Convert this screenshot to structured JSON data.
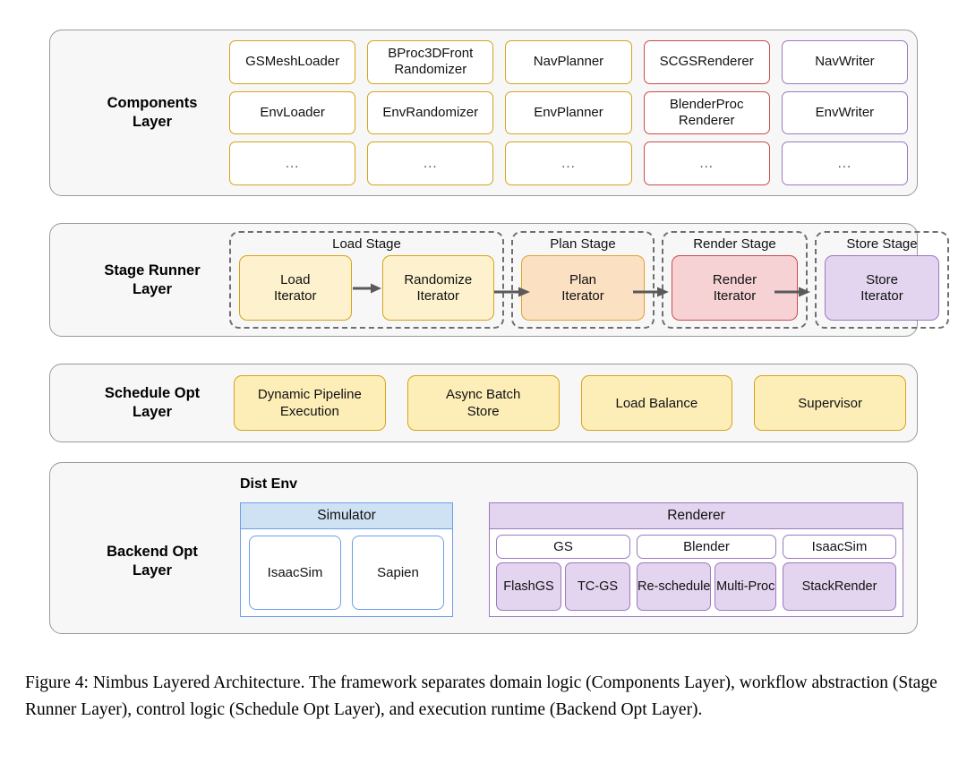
{
  "figure": {
    "caption": "Figure 4: Nimbus Layered Architecture. The framework separates domain logic (Components Layer), workflow abstraction (Stage Runner Layer), control logic (Schedule Opt Layer), and execution runtime (Backend Opt Layer)."
  },
  "colors": {
    "amber": "#d6a419",
    "red": "#cc4b4b",
    "purple": "#9c79c0",
    "blue": "#6d9eeb",
    "layer_bg": "#f7f7f7",
    "layer_border": "#9a9a9a",
    "load_fill": "#fdf2cd",
    "plan_fill": "#fce0c2",
    "render_fill": "#f6d2d4",
    "store_fill": "#e3d4ef",
    "schedule_fill": "#fdeeb8",
    "simulator_header_fill": "#cfe2f3",
    "renderer_header_fill": "#e3d4ef"
  },
  "components_layer": {
    "title": "Components\nLayer",
    "columns": [
      {
        "accent": "amber",
        "boxes": [
          "GSMeshLoader",
          "EnvLoader",
          "..."
        ]
      },
      {
        "accent": "amber",
        "boxes": [
          "BProc3DFront\nRandomizer",
          "EnvRandomizer",
          "..."
        ]
      },
      {
        "accent": "amber",
        "boxes": [
          "NavPlanner",
          "EnvPlanner",
          "..."
        ]
      },
      {
        "accent": "red",
        "boxes": [
          "SCGSRenderer",
          "BlenderProc\nRenderer",
          "..."
        ]
      },
      {
        "accent": "purple",
        "boxes": [
          "NavWriter",
          "EnvWriter",
          "..."
        ]
      }
    ]
  },
  "stage_runner_layer": {
    "title": "Stage Runner\nLayer",
    "stages": [
      {
        "label": "Load Stage",
        "iterators": [
          "Load\nIterator",
          "Randomize\nIterator"
        ]
      },
      {
        "label": "Plan Stage",
        "iterators": [
          "Plan\nIterator"
        ]
      },
      {
        "label": "Render Stage",
        "iterators": [
          "Render\nIterator"
        ]
      },
      {
        "label": "Store Stage",
        "iterators": [
          "Store\nIterator"
        ]
      }
    ]
  },
  "schedule_opt_layer": {
    "title": "Schedule Opt\nLayer",
    "boxes": [
      "Dynamic Pipeline\nExecution",
      "Async Batch\nStore",
      "Load Balance",
      "Supervisor"
    ]
  },
  "backend_opt_layer": {
    "title": "Backend Opt\nLayer",
    "dist_env_label": "Dist Env",
    "simulator": {
      "header": "Simulator",
      "chips": [
        "IsaacSim",
        "Sapien"
      ]
    },
    "renderer": {
      "header": "Renderer",
      "groups": [
        {
          "name": "GS",
          "items": [
            "FlashGS",
            "TC-GS"
          ]
        },
        {
          "name": "Blender",
          "items": [
            "Re-schedule",
            "Multi-Proc"
          ]
        },
        {
          "name": "IsaacSim",
          "items": [
            "StackRender"
          ]
        }
      ]
    }
  }
}
